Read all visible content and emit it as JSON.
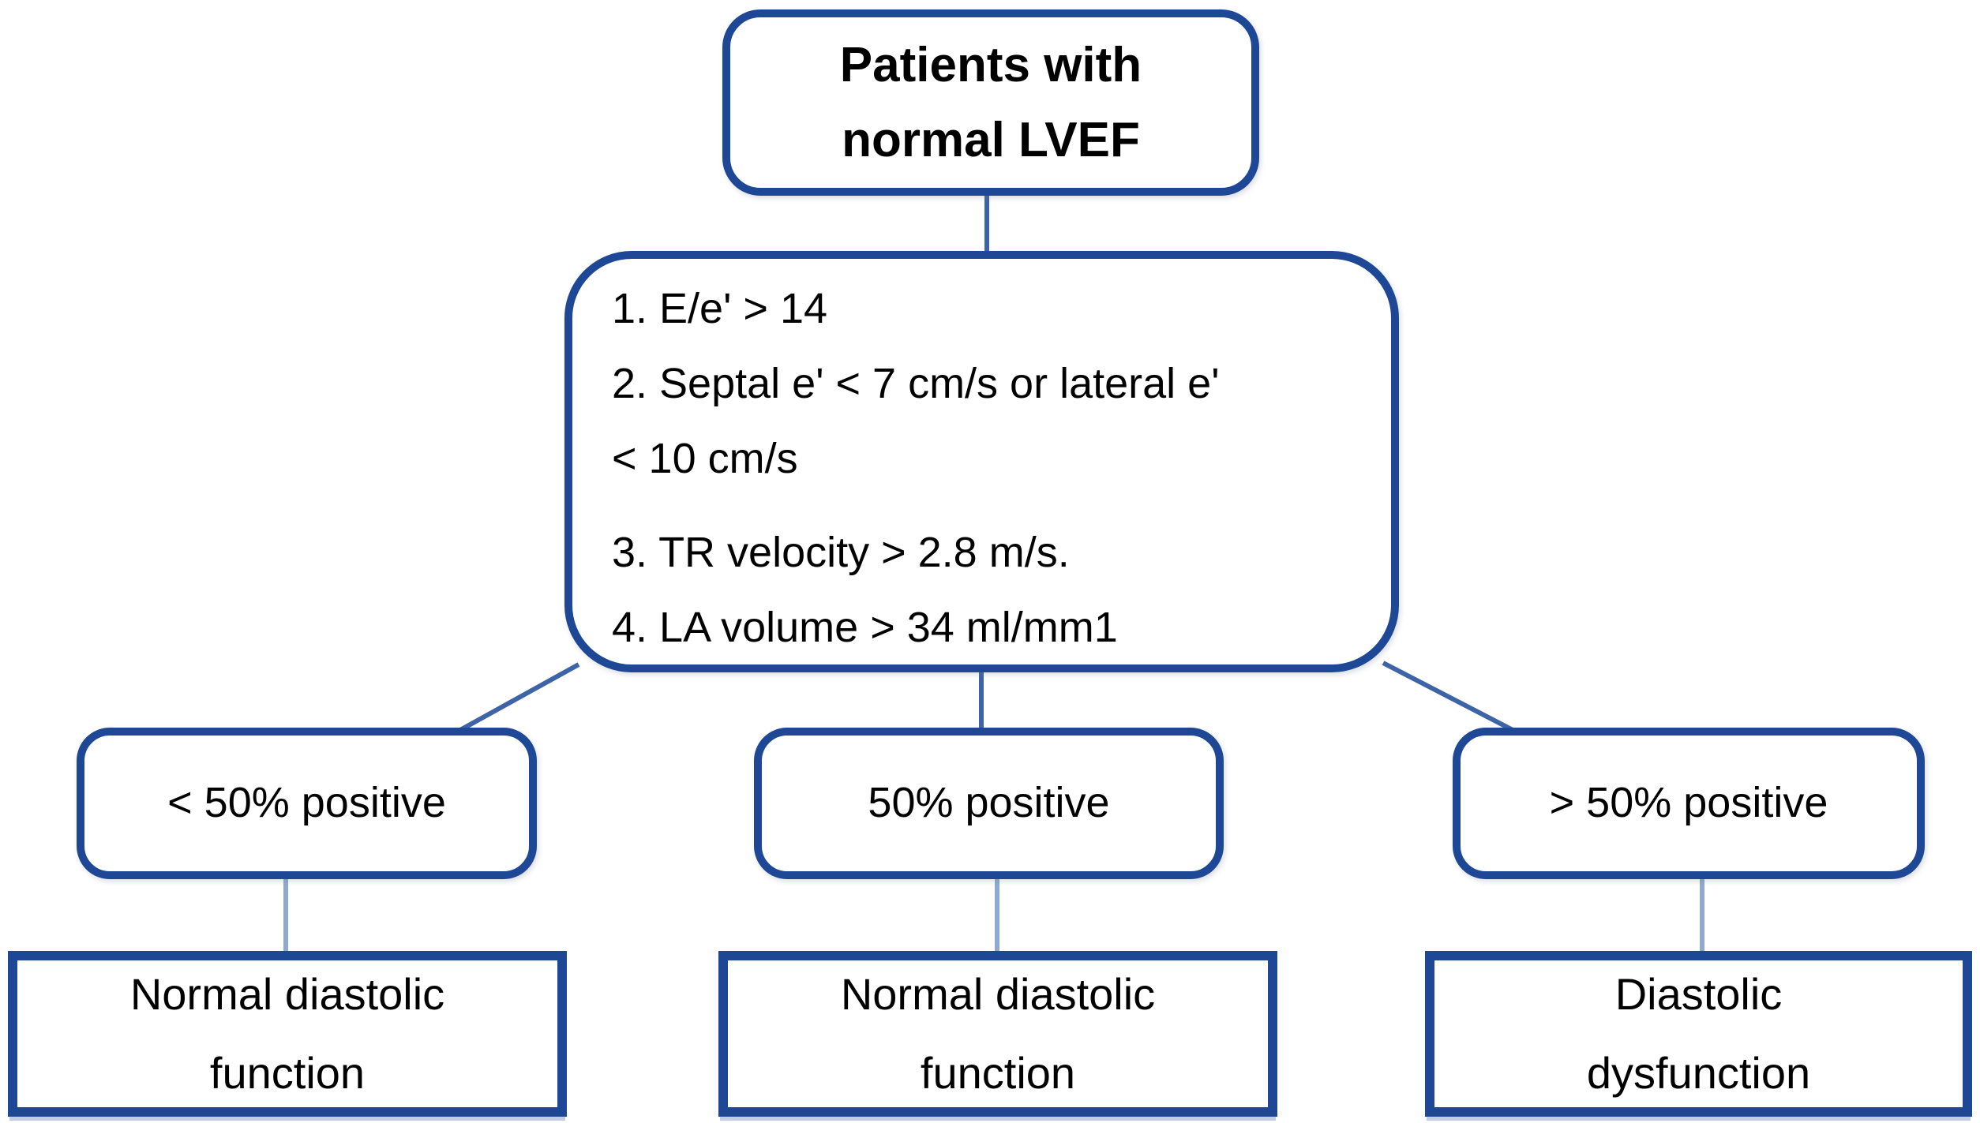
{
  "flowchart": {
    "root_label": "Patients with\nnormal LVEF",
    "criteria": [
      "1. E/e' > 14",
      "2. Septal e' < 7 cm/s or lateral e'\n< 10 cm/s",
      "3. TR velocity > 2.8 m/s.",
      "4. LA volume > 34 ml/mm1"
    ],
    "branches": [
      {
        "condition": "< 50% positive",
        "outcome": "Normal diastolic\nfunction"
      },
      {
        "condition": "50% positive",
        "outcome": "Normal diastolic\nfunction"
      },
      {
        "condition": "> 50% positive",
        "outcome": "Diastolic\ndysfunction"
      }
    ],
    "colors": {
      "box_border": "#1e4896",
      "connector": "#3d64a6",
      "connector_light": "#8fa9d2",
      "text": "#000000",
      "background": "#ffffff"
    }
  }
}
